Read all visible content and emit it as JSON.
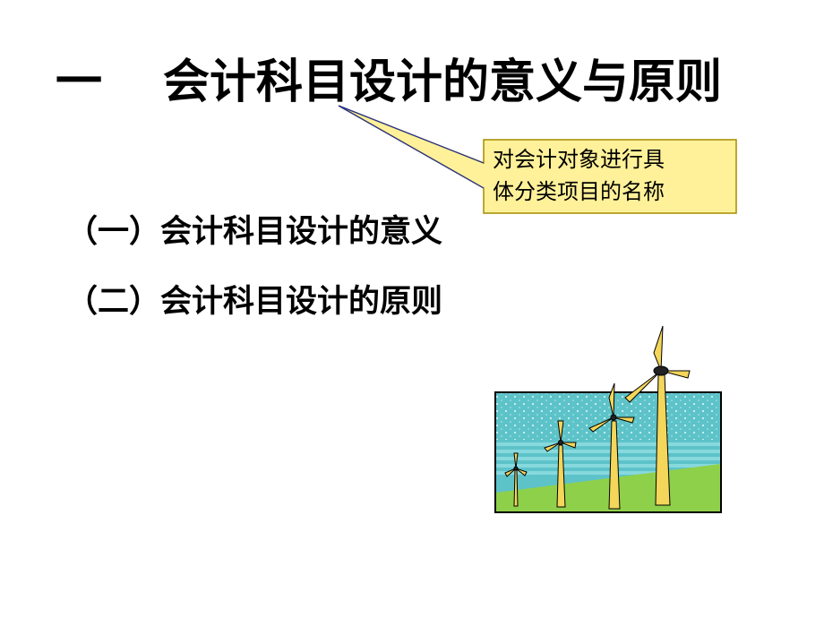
{
  "slide": {
    "title_number": "一",
    "title_text": "会计科目设计的意义与原则",
    "callout_line1": "对会计对象进行具",
    "callout_line2": "体分类项目的名称",
    "items": [
      {
        "label": "（一）会计科目设计的意义"
      },
      {
        "label": "（二）会计科目设计的原则"
      }
    ],
    "clipart": "wind-turbines-clipart"
  },
  "colors": {
    "callout_fill": "#FFF199",
    "callout_border": "#A58C00",
    "leader_line": "#1F2FA0",
    "sky": "#5DC3C9",
    "water_stripe": "#87D9DD",
    "grass": "#8FD04A",
    "turbine": "#F3D65A"
  }
}
